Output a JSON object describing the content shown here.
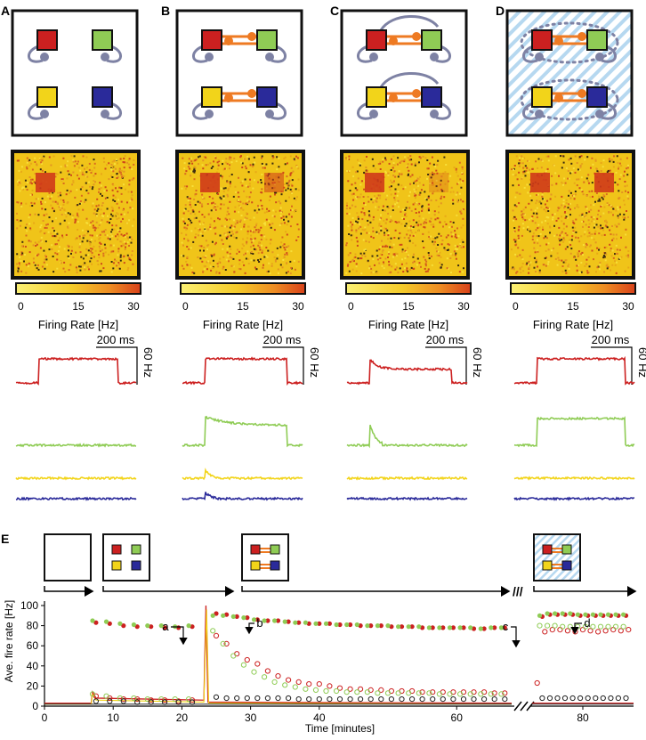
{
  "colors": {
    "red": "#cc2020",
    "green": "#8fcc55",
    "yellow": "#f2d41a",
    "blue": "#2a2a9a",
    "orange": "#ee7a22",
    "node": "#7e82a4",
    "hatch": "#b6d8f0",
    "map_bg": "#f0c419",
    "map_patch": "#cf3a1a",
    "black": "#222222"
  },
  "panels": [
    {
      "letter": "A",
      "variant": "none"
    },
    {
      "letter": "B",
      "variant": "bar"
    },
    {
      "letter": "C",
      "variant": "loop"
    },
    {
      "letter": "D",
      "variant": "hatched"
    }
  ],
  "firing_map": {
    "colorbar_ticks": [
      "0",
      "15",
      "30"
    ],
    "xlabel": "Firing Rate [Hz]"
  },
  "traces": {
    "time_scale": "200 ms",
    "rate_scale": "60 Hz"
  },
  "panel_e": {
    "letter": "E",
    "annotations": [
      "a",
      "b",
      "c",
      "d"
    ],
    "break_mark": "///"
  },
  "chart_data": {
    "type": "scatter",
    "xlabel": "Time [minutes]",
    "ylabel": "Ave. fire rate [Hz]",
    "xlim": [
      0,
      90
    ],
    "ylim": [
      0,
      100
    ],
    "x_ticks": [
      0,
      10,
      20,
      30,
      40,
      60,
      80
    ],
    "x_tick_labels": [
      "0",
      "10",
      "20",
      "30",
      "40",
      "60",
      "80"
    ],
    "y_ticks": [
      0,
      20,
      40,
      60,
      80,
      100
    ],
    "axis_break_at": 68,
    "series": [
      {
        "color": "red",
        "marker": "filled",
        "x": [
          7.5,
          9.5,
          11.5,
          13.5,
          15.5,
          17.5,
          19.5,
          21.5,
          25,
          26.5,
          28,
          29.5,
          31,
          32.5,
          34,
          35.5,
          37,
          38.5,
          40,
          41.5,
          43,
          44.5,
          46,
          47.5,
          49,
          50.5,
          52,
          53.5,
          55,
          56.5,
          58,
          59.5,
          61,
          62.5,
          64,
          65.5,
          67,
          72,
          73.5,
          75,
          76.5,
          78,
          79.5,
          81,
          82.5,
          84,
          85.5,
          87,
          88.5
        ],
        "y": [
          83,
          82,
          80,
          79,
          79,
          78,
          78,
          79,
          92,
          91,
          89,
          88,
          86,
          85,
          85,
          84,
          83,
          82,
          82,
          82,
          81,
          81,
          80,
          80,
          80,
          79,
          79,
          79,
          78,
          78,
          78,
          78,
          78,
          77,
          77,
          78,
          78,
          89,
          91,
          91,
          91,
          91,
          90,
          90,
          90,
          90,
          90,
          90,
          90
        ]
      },
      {
        "color": "green",
        "marker": "filled",
        "x": [
          7,
          9,
          11,
          13,
          15,
          17,
          19,
          21,
          24.5,
          26,
          27.5,
          29,
          30.5,
          32,
          33.5,
          35,
          36.5,
          38,
          39.5,
          41,
          42.5,
          44,
          45.5,
          47,
          48.5,
          50,
          51.5,
          53,
          54.5,
          56,
          57.5,
          59,
          60.5,
          62,
          63.5,
          65,
          66.5,
          71.5,
          73,
          74.5,
          76,
          77.5,
          79,
          80.5,
          82,
          83.5,
          85,
          86.5,
          88
        ],
        "y": [
          85,
          84,
          82,
          81,
          80,
          80,
          79,
          80,
          90,
          90,
          89,
          88,
          86,
          85,
          85,
          84,
          83,
          83,
          82,
          82,
          81,
          81,
          81,
          80,
          80,
          80,
          79,
          79,
          79,
          78,
          78,
          78,
          78,
          78,
          77,
          78,
          78,
          90,
          92,
          92,
          92,
          92,
          91,
          91,
          91,
          91,
          91,
          91,
          91
        ]
      },
      {
        "color": "red",
        "marker": "open",
        "x": [
          7.5,
          9.5,
          11.5,
          13.5,
          15.5,
          17.5,
          19.5,
          21.5,
          25,
          26.5,
          28,
          29.5,
          31,
          32.5,
          34,
          35.5,
          37,
          38.5,
          40,
          41.5,
          43,
          44.5,
          46,
          47.5,
          49,
          50.5,
          52,
          53.5,
          55,
          56.5,
          58,
          59.5,
          61,
          62.5,
          64,
          65.5,
          67,
          71,
          72.5,
          74,
          75.5,
          77,
          78.5,
          80,
          81.5,
          83,
          84.5,
          86,
          87.5,
          89
        ],
        "y": [
          10,
          8,
          7,
          7,
          6,
          6,
          5,
          6,
          70,
          62,
          52,
          46,
          42,
          35,
          30,
          26,
          24,
          22,
          22,
          20,
          18,
          17,
          17,
          16,
          16,
          15,
          15,
          15,
          14,
          14,
          14,
          14,
          14,
          14,
          14,
          13,
          13,
          23,
          74,
          76,
          76,
          75,
          74,
          76,
          75,
          74,
          75,
          76,
          75,
          76
        ]
      },
      {
        "color": "green",
        "marker": "open",
        "x": [
          7,
          9,
          11,
          13,
          15,
          17,
          19,
          21,
          24.5,
          26,
          27.5,
          29,
          30.5,
          32,
          33.5,
          35,
          36.5,
          38,
          39.5,
          41,
          42.5,
          44,
          45.5,
          47,
          48.5,
          50,
          51.5,
          53,
          54.5,
          56,
          57.5,
          59,
          60.5,
          62,
          63.5,
          65,
          66.5,
          71.5,
          73,
          74.5,
          76,
          77.5,
          79,
          80.5,
          82,
          83.5,
          85,
          86.5,
          88
        ],
        "y": [
          12,
          10,
          8,
          8,
          7,
          7,
          7,
          7,
          75,
          62,
          50,
          41,
          34,
          29,
          24,
          21,
          19,
          17,
          16,
          15,
          15,
          14,
          14,
          14,
          13,
          13,
          13,
          13,
          13,
          13,
          12,
          12,
          12,
          12,
          12,
          12,
          12,
          80,
          80,
          80,
          79,
          79,
          79,
          79,
          79,
          79,
          79,
          79,
          79
        ]
      },
      {
        "color": "black",
        "marker": "open",
        "x": [
          7.5,
          9.5,
          11.5,
          13.5,
          15.5,
          17.5,
          19.5,
          21.5,
          25,
          26.5,
          28,
          29.5,
          31,
          32.5,
          34,
          35.5,
          37,
          38.5,
          40,
          41.5,
          43,
          44.5,
          46,
          47.5,
          49,
          50.5,
          52,
          53.5,
          55,
          56.5,
          58,
          59.5,
          61,
          62.5,
          64,
          65.5,
          67,
          72,
          73.5,
          75,
          76.5,
          78,
          79.5,
          81,
          82.5,
          84,
          85.5,
          87,
          88.5
        ],
        "y": [
          5,
          5,
          5,
          4,
          4,
          4,
          4,
          4,
          9,
          8,
          8,
          8,
          8,
          8,
          8,
          8,
          7,
          7,
          7,
          7,
          7,
          7,
          7,
          7,
          7,
          7,
          7,
          7,
          7,
          7,
          7,
          7,
          7,
          7,
          7,
          7,
          7,
          8,
          8,
          8,
          8,
          8,
          8,
          8,
          8,
          8,
          8,
          8,
          8
        ]
      }
    ]
  }
}
